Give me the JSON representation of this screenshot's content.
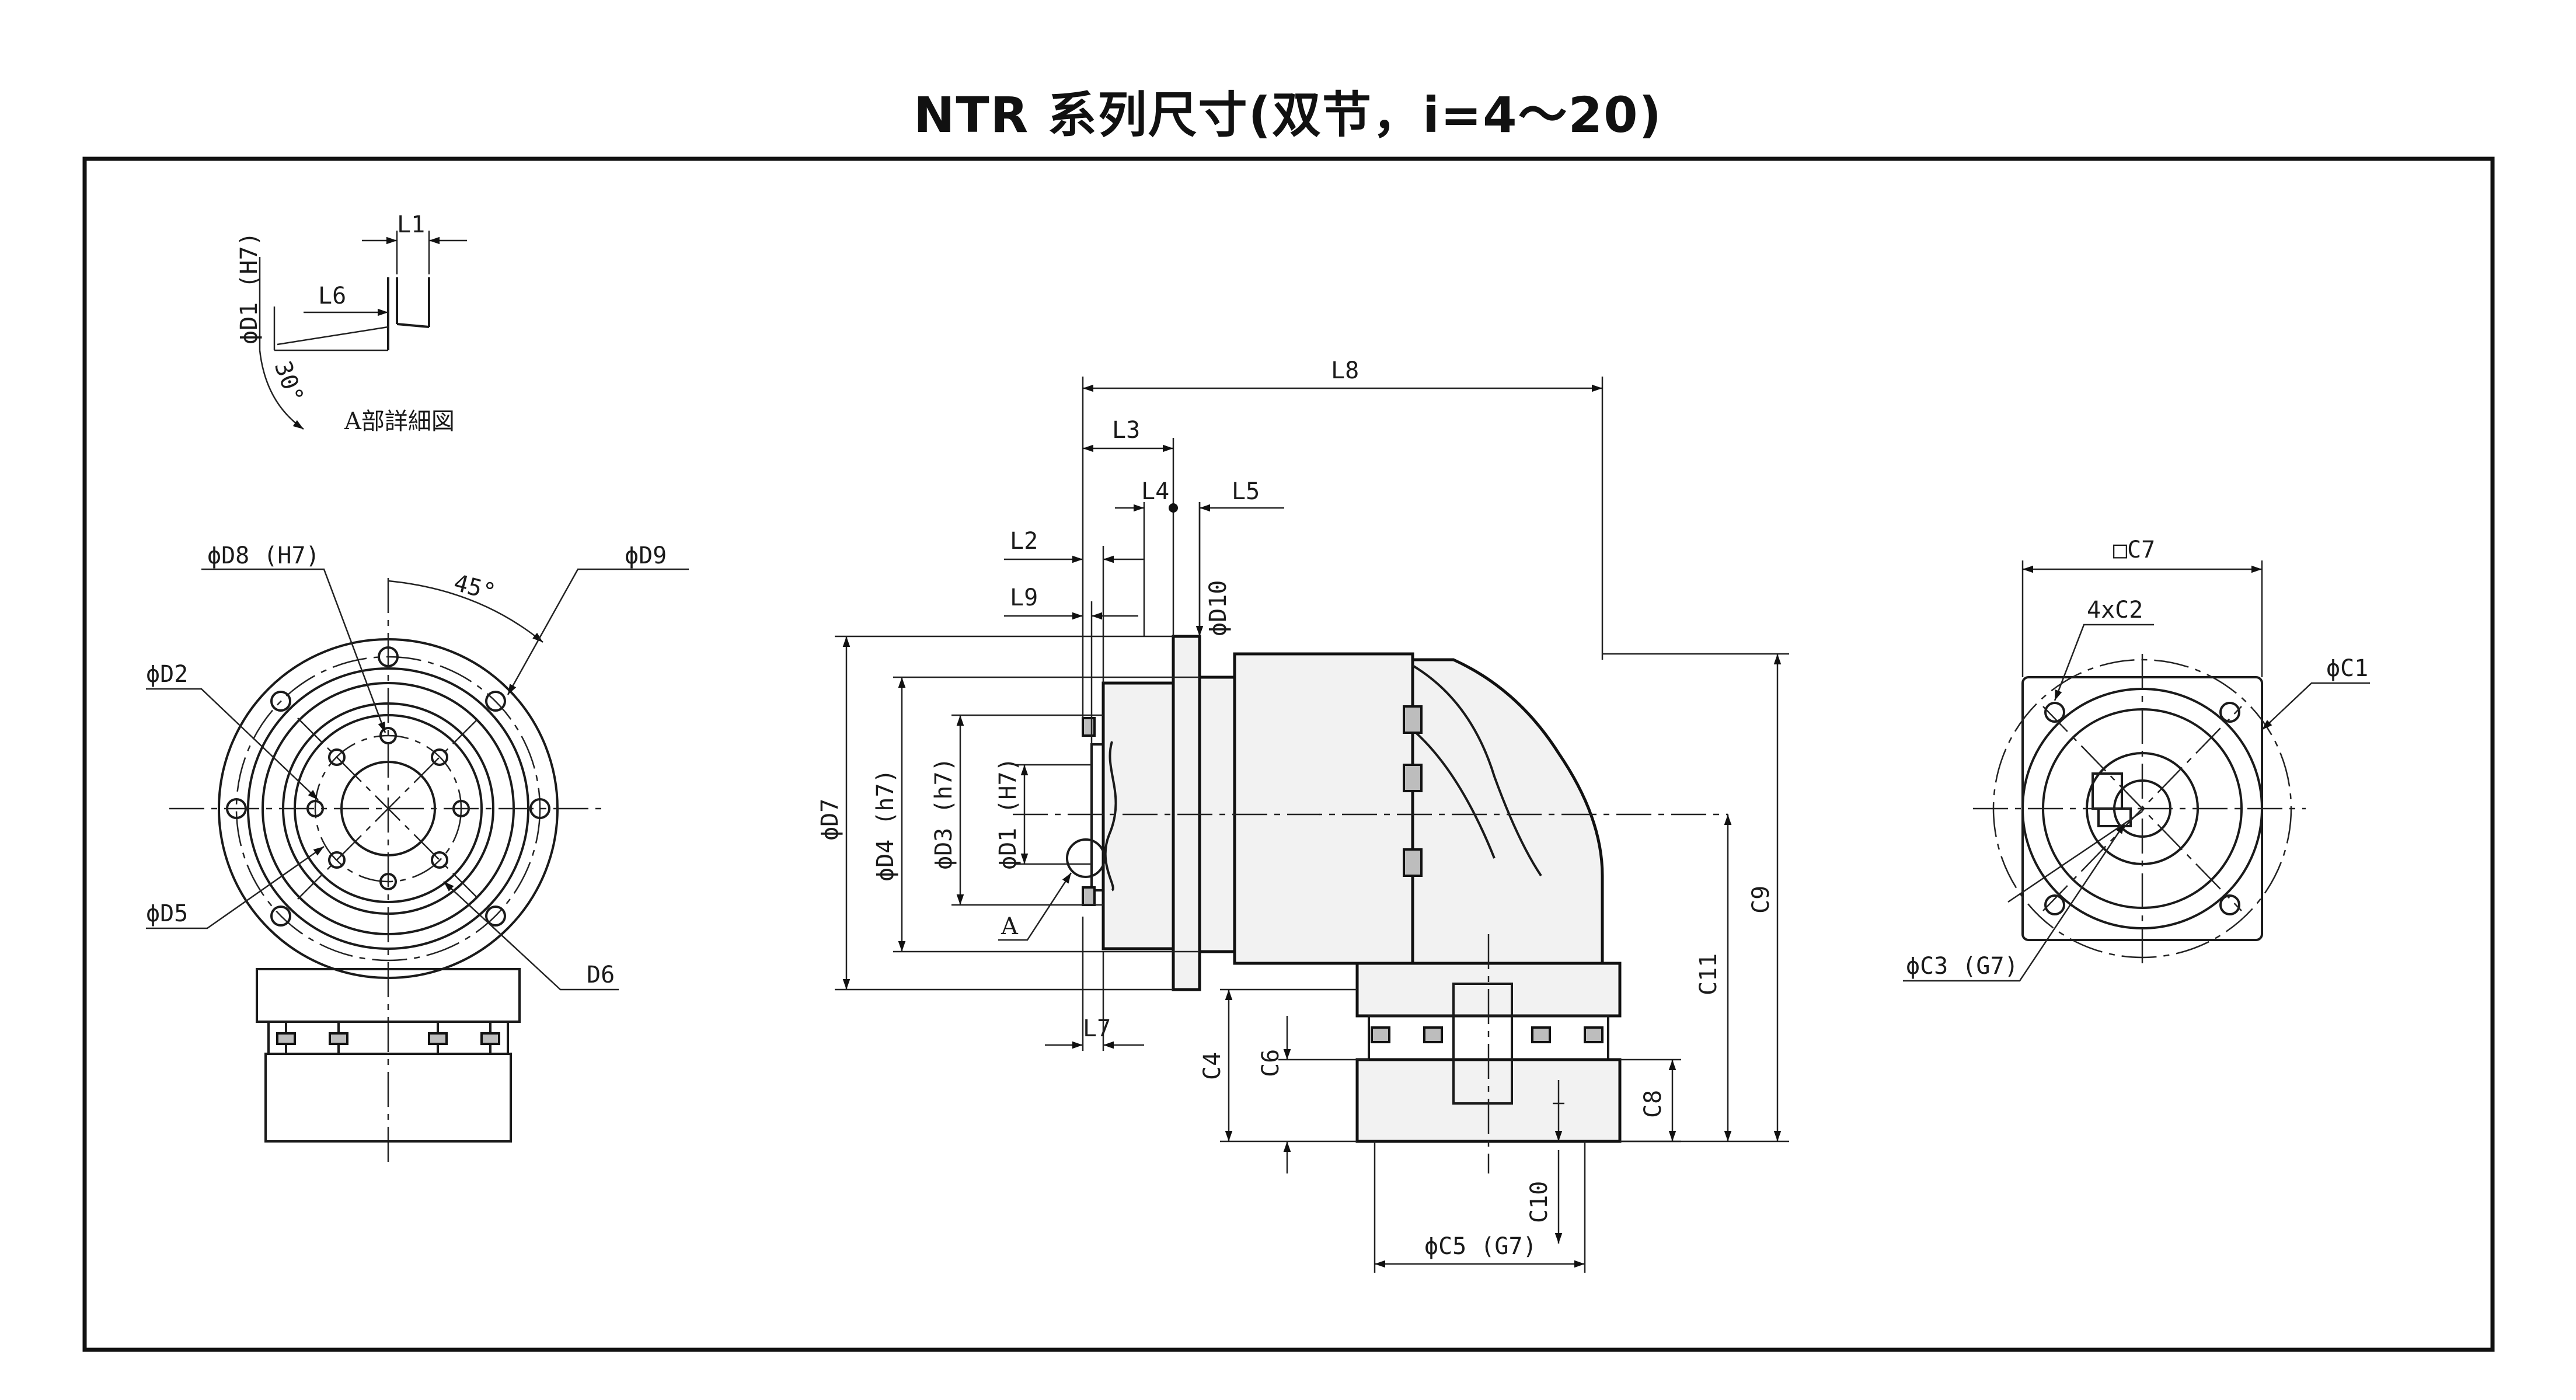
{
  "title": "NTR 系列尺寸(双节，i=4〜20)",
  "detail_view": {
    "caption": "A部詳細図",
    "angle": "30°",
    "labels": [
      "L1",
      "L6",
      "ϕD1 (H7)"
    ]
  },
  "front_view": {
    "angle": "45°",
    "labels": [
      "ϕD8 (H7)",
      "ϕD9",
      "ϕD2",
      "ϕD5",
      "D6"
    ]
  },
  "side_view": {
    "labels": [
      "L8",
      "L3",
      "L4",
      "L5",
      "L2",
      "L9",
      "ϕD10",
      "ϕD7",
      "ϕD4 (h7)",
      "ϕD3 (h7)",
      "ϕD1 (H7)",
      "A",
      "L7",
      "C4",
      "C6",
      "C8",
      "C9",
      "C11",
      "C10",
      "ϕC5 (G7)"
    ]
  },
  "rear_view": {
    "labels": [
      "□C7",
      "4xC2",
      "ϕC1",
      "ϕC3 (G7)"
    ]
  }
}
